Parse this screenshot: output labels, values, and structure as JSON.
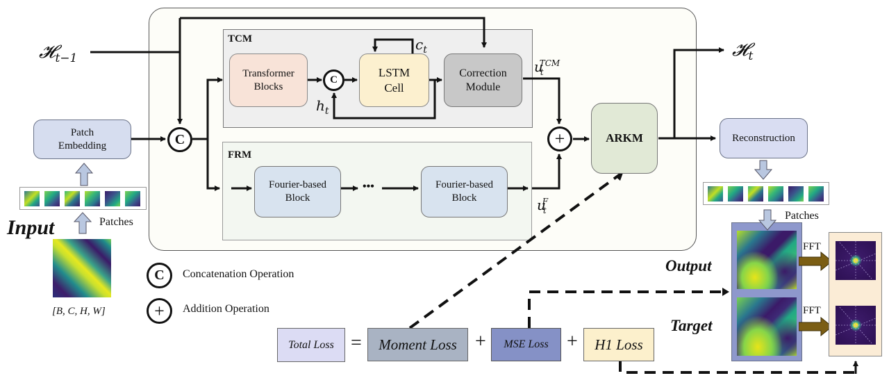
{
  "inputs": {
    "hidden_prev": {
      "symbol": "𝓗",
      "sub": "t−1"
    },
    "hidden_next": {
      "symbol": "𝓗",
      "sub": "t"
    }
  },
  "left": {
    "patch_embedding": "Patch Embedding",
    "patches_label": "Patches",
    "input_title": "Input",
    "shape_label": "[B, C, H, W]"
  },
  "tcm": {
    "title": "TCM",
    "transformer": "Transformer Blocks",
    "lstm": "LSTM Cell",
    "correction": "Correction Module",
    "concat_glyph": "C",
    "ct_label": {
      "base": "c",
      "sub": "t"
    },
    "ht_label": {
      "base": "h",
      "sub": "t"
    },
    "output_label": {
      "base": "u",
      "sub": "t",
      "sup": "TCM"
    }
  },
  "frm": {
    "title": "FRM",
    "block1": "Fourier-based Block",
    "ellipsis": "•••",
    "block2": "Fourier-based Block",
    "output_label": {
      "base": "u",
      "sub": "t",
      "sup": "F"
    }
  },
  "core": {
    "concat_glyph": "C",
    "add_glyph": "+",
    "arkm": "ARKM"
  },
  "right": {
    "reconstruction": "Reconstruction",
    "patches_label": "Patches",
    "output_label": "Output",
    "target_label": "Target",
    "fft_label_1": "FFT",
    "fft_label_2": "FFT"
  },
  "legend": [
    {
      "glyph": "C",
      "label": "Concatenation Operation"
    },
    {
      "glyph": "+",
      "label": "Addition Operation"
    }
  ],
  "loss": {
    "total": "Total Loss",
    "equals": "=",
    "moment": "Moment Loss",
    "plus1": "+",
    "mse": "MSE Loss",
    "plus2": "+",
    "h1": "H1 Loss"
  },
  "colors": {
    "outer_panel": "#fdfdf8",
    "tcm_panel": "#efefef",
    "frm_panel": "#f3f7f1",
    "transformer": "#f8e3d8",
    "lstm": "#fcf0cf",
    "correction": "#c8c8c8",
    "fourier": "#d8e3ef",
    "arkm": "#e1e9d6",
    "patch_embedding": "#d6ddef",
    "reconstruction": "#d9ddf2",
    "total_loss": "#dcdcf4",
    "moment_loss": "#a9b3c3",
    "mse_loss": "#8591c6",
    "h1_loss": "#fcf0cc",
    "fft_panel": "#fbecd6",
    "field_frame": "#8e98cc",
    "fft_arrow": "#7b5e14",
    "up_arrow": "#b9c7e0"
  }
}
